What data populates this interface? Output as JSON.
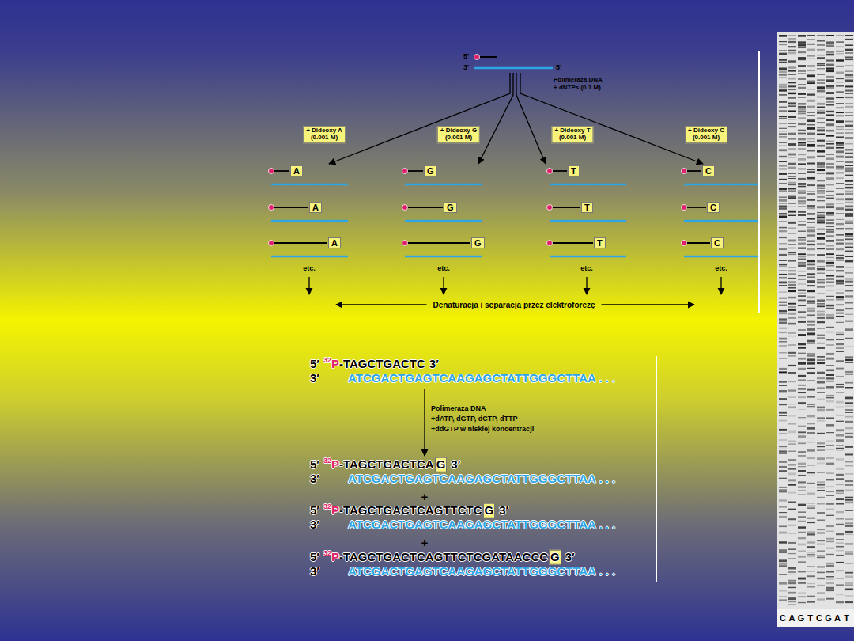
{
  "diagram": {
    "nodes": [
      {
        "text": [
          "+ Dideoxy A",
          "(0.001 M)"
        ]
      },
      {
        "text": [
          "+ Dideoxy G",
          "(0.001 M)"
        ]
      },
      {
        "text": [
          "+ Dideoxy T",
          "(0.001 M)"
        ]
      },
      {
        "text": [
          "+ Dideoxy C",
          "(0.001 M)"
        ]
      },
      {
        "text": [
          "A"
        ]
      },
      {
        "text": [
          "G"
        ]
      },
      {
        "text": [
          "T"
        ]
      },
      {
        "text": [
          "C"
        ]
      },
      {
        "text": [
          "A"
        ]
      },
      {
        "text": [
          "G"
        ]
      },
      {
        "text": [
          "T"
        ]
      },
      {
        "text": [
          "C"
        ]
      },
      {
        "text": [
          "A"
        ]
      },
      {
        "text": [
          "G"
        ]
      },
      {
        "text": [
          "T"
        ]
      },
      {
        "text": [
          "C"
        ]
      },
      {
        "text": [
          "G"
        ]
      },
      {
        "text": [
          "G"
        ]
      },
      {
        "text": [
          "G"
        ]
      }
    ],
    "labels": [
      "5′",
      "3′",
      "5′",
      "Polimeraza DNA",
      "+ dNTPs (0.1 M)",
      "etc.",
      "etc.",
      "etc.",
      "etc.",
      "Denaturacja i separacja przez elektroforezę",
      "5′",
      "32",
      "P",
      "-TAGCTGACTC",
      "3′",
      "3′",
      "ATCGACTGAGTCAAGAGCTATTGGGCTTAA . . .",
      "Polimeraza DNA",
      "+dATP, dGTP, dCTP, dTTP",
      "+ddGTP w niskiej koncentracji",
      "5′",
      "32",
      "P",
      "-TAGCTGACTCA",
      "3′",
      "3′",
      "ATCGACTGAGTCAAGAGCTATTGGGCTTAA . . .",
      "+",
      "5′",
      "32",
      "P",
      "-TAGCTGACTCAGTTCTC",
      "3′",
      "3′",
      "ATCGACTGAGTCAAGAGCTATTGGGCTTAA . . .",
      "+",
      "5′",
      "32",
      "P",
      "-TAGCTGACTCAGTTCTCGATAACCC",
      "3′",
      "3′",
      "ATCGACTGAGTCAAGAGCTATTGGGCTTAA . . .",
      "C",
      "A",
      "G",
      "T",
      "C",
      "G",
      "A",
      "T"
    ]
  }
}
